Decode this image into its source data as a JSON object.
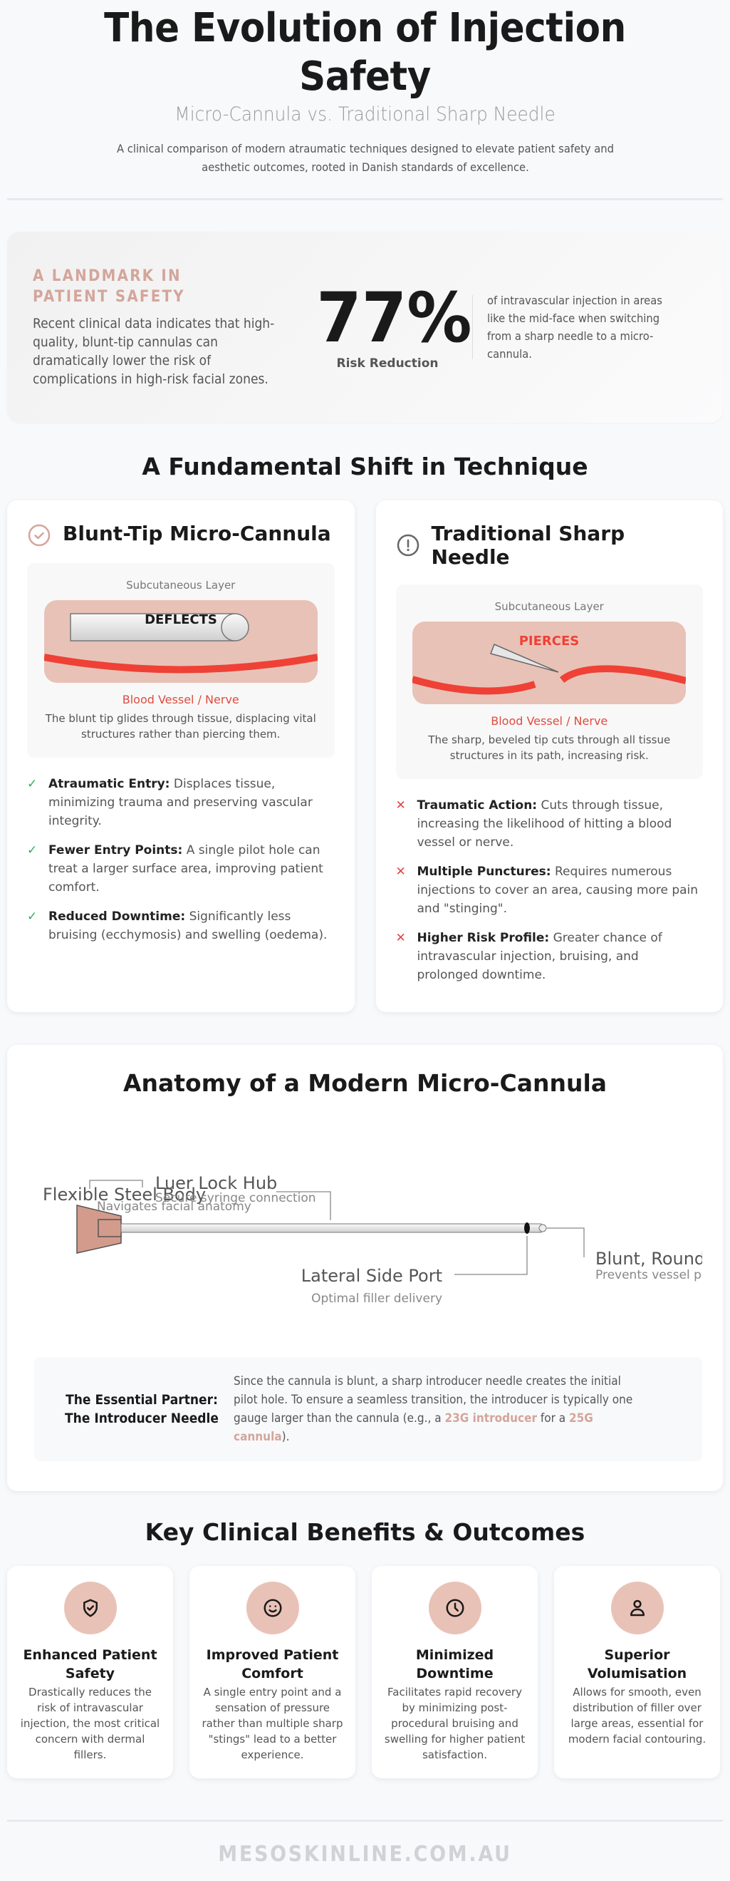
{
  "header": {
    "title": "The Evolution of Injection Safety",
    "subtitle": "Micro-Cannula vs. Traditional Sharp Needle",
    "lead": "A clinical comparison of modern atraumatic techniques designed to elevate patient safety and aesthetic outcomes, rooted in Danish standards of excellence."
  },
  "landmark": {
    "kicker": "A LANDMARK IN PATIENT SAFETY",
    "body": "Recent clinical data indicates that high-quality, blunt-tip cannulas can dramatically lower the risk of complications in high-risk facial zones.",
    "stat_value": "77%",
    "stat_label": "Risk Reduction",
    "stat_detail": "of intravascular injection in areas like the mid-face when switching from a sharp needle to a micro-cannula."
  },
  "comparison": {
    "title": "A Fundamental Shift in Technique",
    "cannula": {
      "icon": "check-circle-icon",
      "title": "Blunt-Tip Micro-Cannula",
      "layer_label": "Subcutaneous Layer",
      "action_label": "DEFLECTS",
      "vessel_label": "Blood Vessel / Nerve",
      "caption": "The blunt tip glides through tissue, displacing vital structures rather than piercing them.",
      "points": [
        {
          "title": "Atraumatic Entry:",
          "text": " Displaces tissue, minimizing trauma and preserving vascular integrity."
        },
        {
          "title": "Fewer Entry Points:",
          "text": " A single pilot hole can treat a larger surface area, improving patient comfort."
        },
        {
          "title": "Reduced Downtime:",
          "text": " Significantly less bruising (ecchymosis) and swelling (oedema)."
        }
      ]
    },
    "needle": {
      "icon": "alert-circle-icon",
      "title": "Traditional Sharp Needle",
      "layer_label": "Subcutaneous Layer",
      "action_label": "PIERCES",
      "vessel_label": "Blood Vessel / Nerve",
      "caption": "The sharp, beveled tip cuts through all tissue structures in its path, increasing risk.",
      "points": [
        {
          "title": "Traumatic Action:",
          "text": " Cuts through tissue, increasing the likelihood of hitting a blood vessel or nerve."
        },
        {
          "title": "Multiple Punctures:",
          "text": " Requires numerous injections to cover an area, causing more pain and \"stinging\"."
        },
        {
          "title": "Higher Risk Profile:",
          "text": " Greater chance of intravascular injection, bruising, and prolonged downtime."
        }
      ]
    }
  },
  "anatomy": {
    "title": "Anatomy of a Modern Micro-Cannula",
    "labels": {
      "body_title": "Flexible Steel Body",
      "body_sub": "Navigates facial anatomy",
      "hub_title": "Luer Lock Hub",
      "hub_sub": "Secure syringe connection",
      "port_title": "Lateral Side Port",
      "port_sub": "Optimal filler delivery",
      "tip_title": "Blunt, Rounded Tip",
      "tip_sub": "Prevents vessel perforation"
    },
    "partner": {
      "title_line1": "The Essential Partner:",
      "title_line2": "The Introducer Needle",
      "text_before": "Since the cannula is blunt, a sharp introducer needle creates the initial pilot hole. To ensure a seamless transition, the introducer is typically one gauge larger than the cannula (e.g., a ",
      "highlight1": "23G introducer",
      "text_mid": " for a ",
      "highlight2": "25G cannula",
      "text_after": ")."
    }
  },
  "benefits": {
    "title": "Key Clinical Benefits & Outcomes",
    "items": [
      {
        "icon": "shield-check-icon",
        "title": "Enhanced Patient Safety",
        "text": "Drastically reduces the risk of intravascular injection, the most critical concern with dermal fillers."
      },
      {
        "icon": "smile-icon",
        "title": "Improved Patient Comfort",
        "text": "A single entry point and a sensation of pressure rather than multiple sharp \"stings\" lead to a better experience."
      },
      {
        "icon": "clock-icon",
        "title": "Minimized Downtime",
        "text": "Facilitates rapid recovery by minimizing post-procedural bruising and swelling for higher patient satisfaction."
      },
      {
        "icon": "user-icon",
        "title": "Superior Volumisation",
        "text": "Allows for smooth, even distribution of filler over large areas, essential for modern facial contouring."
      }
    ]
  },
  "footer": {
    "brand": "MESOSKINLINE.COM.AU"
  },
  "colors": {
    "accent": "#d4a59a",
    "accent_bg": "#e9c2b7",
    "vessel": "#ef4136",
    "check": "#2bb15c",
    "cross": "#e04545"
  }
}
